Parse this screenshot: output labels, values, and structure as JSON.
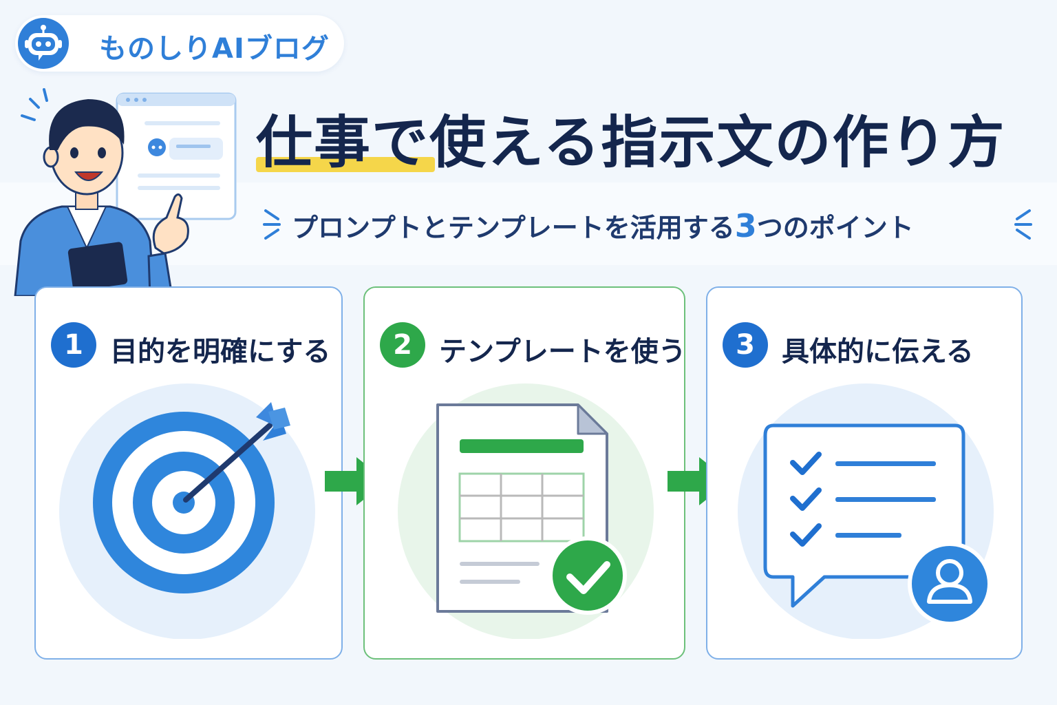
{
  "brand": {
    "name": "ものしりAIブログ",
    "logo_icon": "robot-icon"
  },
  "title": "仕事で使える指示文の作り方",
  "subtitle": {
    "text_before": "プロンプトとテンプレートを活用する",
    "number": "3",
    "text_after": "つのポイント"
  },
  "colors": {
    "primary_blue": "#1f6fcf",
    "accent_blue": "#2f7fd8",
    "green": "#2ea84a",
    "highlight_yellow": "#f5d64a",
    "navy": "#14264d"
  },
  "steps": [
    {
      "number": "1",
      "label": "目的を明確にする",
      "icon": "target-icon"
    },
    {
      "number": "2",
      "label": "テンプレートを使う",
      "icon": "template-document-icon"
    },
    {
      "number": "3",
      "label": "具体的に伝える",
      "icon": "checklist-chat-icon"
    }
  ]
}
